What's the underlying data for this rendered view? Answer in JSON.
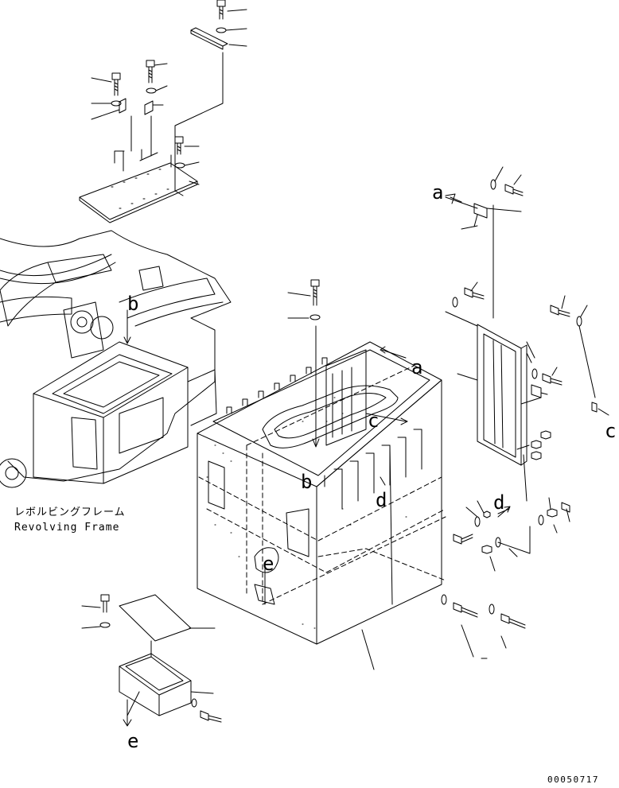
{
  "frame_label_jp": "レボルビングフレーム",
  "frame_label_en": "Revolving Frame",
  "callouts": [
    "a",
    "a",
    "b",
    "b",
    "c",
    "c",
    "d",
    "d",
    "e",
    "e"
  ],
  "document_number": "00050717"
}
